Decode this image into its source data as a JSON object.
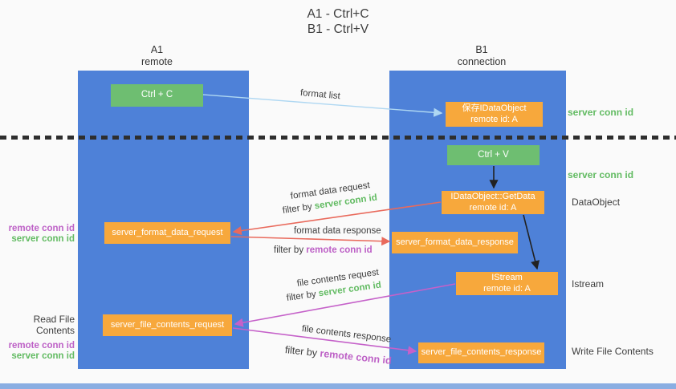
{
  "title": {
    "line1": "A1 - Ctrl+C",
    "line2": "B1 - Ctrl+V"
  },
  "colors": {
    "lane_blue": "#4e81d8",
    "bottom_bar_blue": "#8aaee2",
    "box_green": "#6ebe71",
    "box_orange": "#f7a83c",
    "arrow_red": "#e96a5c",
    "arrow_magenta": "#c561c9",
    "arrow_light_blue": "#aed7f2",
    "arrow_black": "#222222",
    "text_green": "#62bb62",
    "text_magenta": "#bd60c6",
    "text_dark": "#3d3d3d"
  },
  "lanes": {
    "a1": {
      "title": "A1",
      "subtitle": "remote"
    },
    "b1": {
      "title": "B1",
      "subtitle": "connection"
    }
  },
  "nodes": {
    "ctrl_c": {
      "label": "Ctrl + C"
    },
    "ctrl_v": {
      "label": "Ctrl + V"
    },
    "save_dataobject": {
      "line1": "保存IDataObject",
      "line2": "remote id: A"
    },
    "getdata": {
      "line1": "IDataObject::GetData",
      "line2": "remote id: A"
    },
    "istream": {
      "line1": "IStream",
      "line2": "remote id: A"
    },
    "format_request": {
      "label": "server_format_data_request"
    },
    "format_response": {
      "label": "server_format_data_response"
    },
    "file_request": {
      "label": "server_file_contents_request"
    },
    "file_response": {
      "label": "server_file_contents_response"
    }
  },
  "edge_labels": {
    "format_list": "format list",
    "format_data_request": "format data request",
    "format_data_response": "format data response",
    "file_contents_request": "file contents request",
    "file_contents_response": "file contents response",
    "filter_by": "filter by",
    "server_conn_id": "server conn id",
    "remote_conn_id": "remote conn id"
  },
  "side_labels": {
    "server_conn_id_top": "server conn id",
    "server_conn_id_mid": "server conn id",
    "dataobject": "DataObject",
    "istream": "Istream",
    "write_file_contents": "Write File Contents",
    "read_file_contents": "Read File Contents",
    "remote_conn_id_format": "remote conn id",
    "server_conn_id_format": "server conn id",
    "remote_conn_id_file": "remote conn id",
    "server_conn_id_file": "server conn id"
  }
}
